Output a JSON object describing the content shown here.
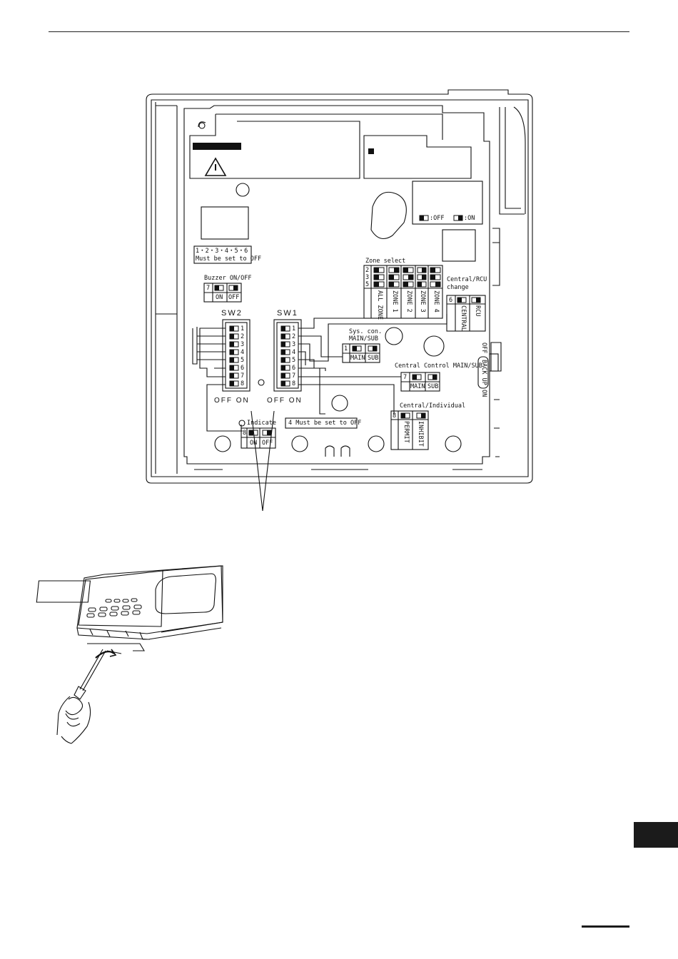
{
  "colors": {
    "ink": "#111111",
    "paper": "#ffffff",
    "tab": "#1b1b1b"
  },
  "board": {
    "note_123456": "1・2・3・4・5・6",
    "note_must_off": "Must be set to OFF",
    "legend_off": ":OFF",
    "legend_on": ":ON",
    "buzzer": {
      "title": "Buzzer ON/OFF",
      "num": "7",
      "on": "ON",
      "off": "OFF"
    },
    "sw2_label": "SW2",
    "sw1_label": "SW1",
    "sw_positions": [
      "1",
      "2",
      "3",
      "4",
      "5",
      "6",
      "7",
      "8"
    ],
    "off_on_left": "OFF  ON",
    "off_on_right": "OFF  ON",
    "zone_select": {
      "title": "Zone select",
      "rows": [
        "2",
        "3",
        "5"
      ],
      "zones": [
        "ALL ZONE",
        "ZONE 1",
        "ZONE 2",
        "ZONE 3",
        "ZONE 4"
      ]
    },
    "central_rcu": {
      "title": "Central/RCU",
      "subtitle": "change",
      "num": "6",
      "left": "CENTRAL",
      "right": "RCU"
    },
    "sys_con": {
      "title": "Sys. con.",
      "subtitle": "MAIN/SUB",
      "num": "1",
      "main": "MAIN",
      "sub": "SUB"
    },
    "central_control": {
      "title": "Central Control MAIN/SUB",
      "num": "7",
      "main": "MAIN",
      "sub": "SUB"
    },
    "central_individual": {
      "title": "Central/Individual",
      "num": "8",
      "permit": "PERMIT",
      "inhibit": "INHIBIT"
    },
    "indicate": {
      "title": "Indicate",
      "num": "8",
      "on": "ON",
      "off": "OFF"
    },
    "note_4": "4  Must be set to OFF",
    "backup": {
      "label": "BACK UP",
      "on": "ON",
      "off": "OFF"
    }
  }
}
